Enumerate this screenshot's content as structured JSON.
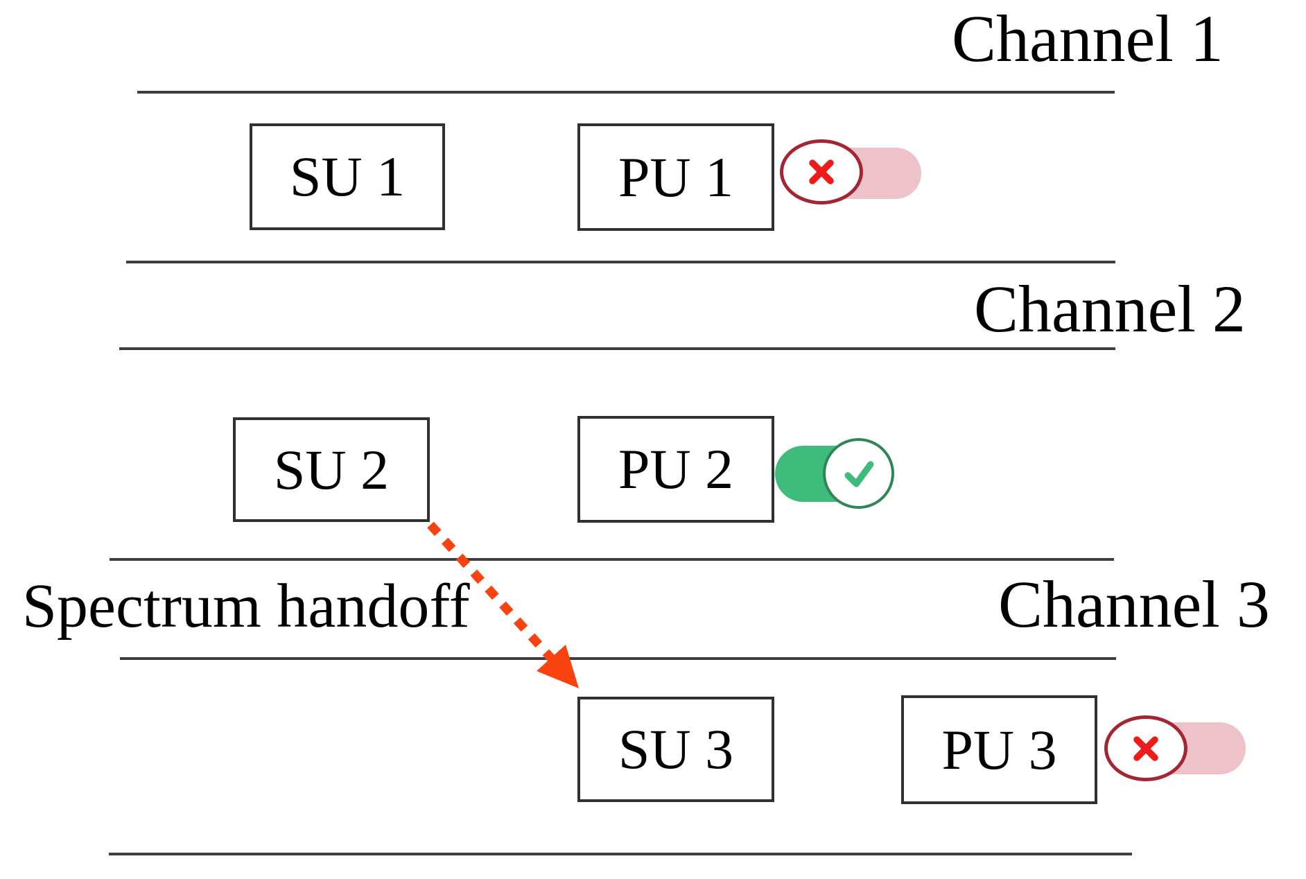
{
  "figure": {
    "title_hint": "Spectrum handoff diagram",
    "channels": [
      {
        "label": "Channel 1"
      },
      {
        "label": "Channel 2"
      },
      {
        "label": "Channel 3"
      }
    ],
    "annotation": "Spectrum handoff",
    "boxes": [
      {
        "id": "su1",
        "label": "SU 1"
      },
      {
        "id": "pu1",
        "label": "PU 1",
        "toggle_state": "off"
      },
      {
        "id": "su2",
        "label": "SU 2"
      },
      {
        "id": "pu2",
        "label": "PU 2",
        "toggle_state": "on"
      },
      {
        "id": "su3",
        "label": "SU 3"
      },
      {
        "id": "pu3",
        "label": "PU 3",
        "toggle_state": "off"
      }
    ],
    "arrow": {
      "from": "su2",
      "to": "su3",
      "style": "dashed"
    },
    "colors": {
      "toggle_off_track": "#edc3c9",
      "toggle_off_ring": "#a62532",
      "toggle_off_x": "#ee1b1b",
      "toggle_on_track": "#3fbc7c",
      "toggle_on_ring": "#2e8655",
      "toggle_on_check": "#3fbc7c",
      "arrow": "#f84310",
      "line": "#3e3e3e",
      "box_border": "#303030",
      "text": "#000000"
    }
  }
}
